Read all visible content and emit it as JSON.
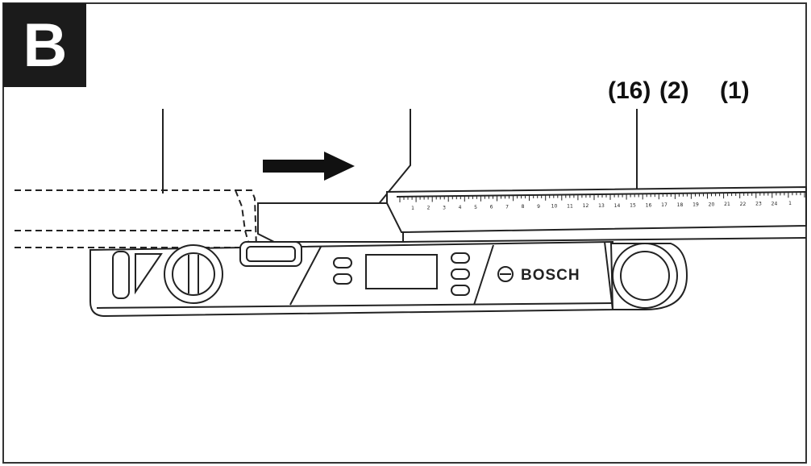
{
  "figure": {
    "badge": "B",
    "callouts": [
      "(16)",
      "(2)",
      "(1)"
    ],
    "brand": "BOSCH",
    "scale_numbers": [
      "1",
      "2",
      "3",
      "4",
      "5",
      "6",
      "7",
      "8",
      "9",
      "10",
      "11",
      "12",
      "13",
      "14",
      "15",
      "16",
      "17",
      "18",
      "19",
      "20",
      "21",
      "22",
      "23",
      "24",
      "1"
    ]
  },
  "colors": {
    "line": "#222222",
    "badge_bg": "#1b1b1b",
    "background": "#ffffff",
    "frame": "#333333"
  }
}
